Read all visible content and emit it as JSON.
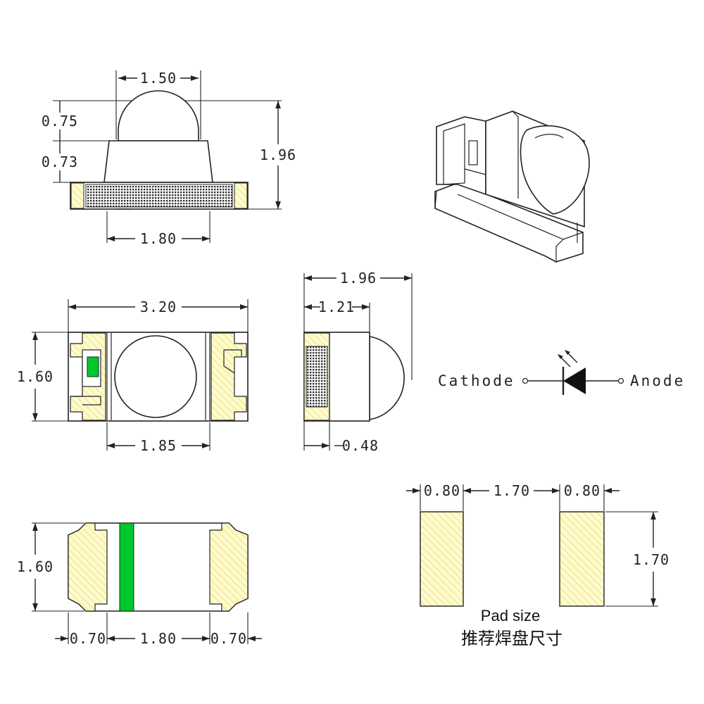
{
  "front_view": {
    "dim_lens_width": "1.50",
    "dim_lens_height": "0.75",
    "dim_body_height": "0.73",
    "dim_total_height": "1.96",
    "dim_base_width": "1.80"
  },
  "top_view": {
    "dim_length": "3.20",
    "dim_width": "1.60",
    "dim_lens_width": "1.85"
  },
  "side_view": {
    "dim_total": "1.96",
    "dim_body": "1.21",
    "dim_terminal": "0.48"
  },
  "symbol": {
    "cathode_label": "Cathode",
    "anode_label": "Anode"
  },
  "bottom_view": {
    "dim_width": "1.60",
    "dim_left_terminal": "0.70",
    "dim_center": "1.80",
    "dim_right_terminal": "0.70"
  },
  "pad_layout": {
    "dim_left_pad": "0.80",
    "dim_gap": "1.70",
    "dim_right_pad": "0.80",
    "dim_height": "1.70",
    "caption_en": "Pad size",
    "caption_zh": "推荐焊盘尺寸"
  },
  "colors": {
    "solder_fill": "#fffbd0",
    "solder_hatch": "#e6dc5a",
    "polarity_mark": "#00c82a",
    "line": "#222222"
  }
}
